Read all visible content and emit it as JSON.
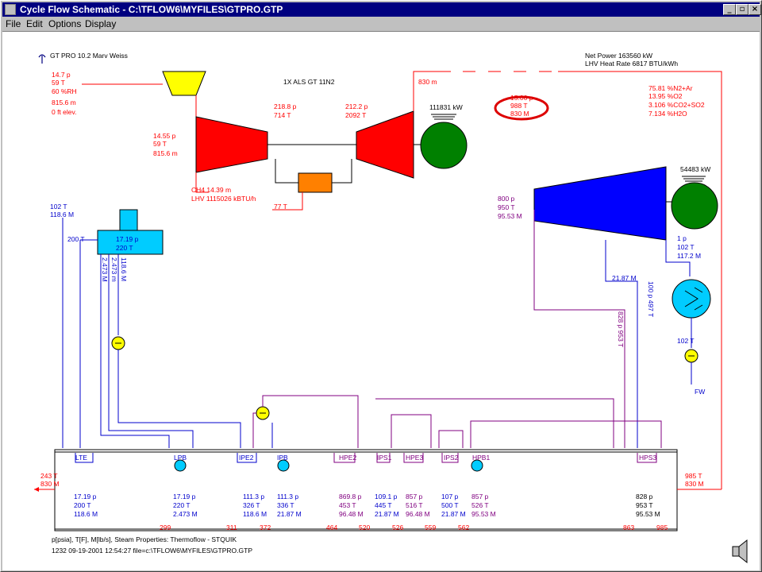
{
  "window": {
    "title": "Cycle Flow Schematic - C:\\TFLOW6\\MYFILES\\GTPRO.GTP",
    "buttons": [
      "_",
      "▫",
      "×"
    ]
  },
  "menu": [
    "File",
    "Edit",
    "Options",
    "Display"
  ],
  "header": {
    "app_label": "GT PRO 10.2 Marv Weiss",
    "gt_label": "1X ALS GT 11N2",
    "net_power": "Net Power 163560 kW",
    "heat_rate": "LHV Heat Rate 6817  BTU/kWh"
  },
  "ambient": [
    "14.7 p",
    "59 T",
    "60 %RH",
    "815.6 m",
    "0 ft elev."
  ],
  "compressor_in": [
    "14.55 p",
    "59 T",
    "815.6 m"
  ],
  "compressor_out": [
    "218.8 p",
    "714 T"
  ],
  "turbine_in": [
    "212.2 p",
    "2092 T"
  ],
  "fuel": [
    "CH4 14.39 m",
    "LHV 1115026 kBTU/h"
  ],
  "fuel_temp": "77 T",
  "exhaust_flow": "830 m",
  "exhaust_box": [
    "15.06 p",
    "988 T",
    "830 M"
  ],
  "gas_comp": [
    "75.81 %N2+Ar",
    "13.95 %O2",
    "3.106 %CO2+SO2",
    "7.134 %H2O"
  ],
  "gt_gen": "111831 kW",
  "st_gen": "54483 kW",
  "st_in": [
    "800 p",
    "950 T",
    "95.53 M"
  ],
  "st_out": [
    "1 p",
    "102 T",
    "117.2 M"
  ],
  "deaerator_in": [
    "102 T",
    "118.6 M"
  ],
  "deaerator_200": "200 T",
  "deaerator": [
    "17.19 p",
    "220 T"
  ],
  "vertical_labels": [
    "2.473 M",
    "2.473 m",
    "118.6 M"
  ],
  "st_vertical": [
    "828 p 953 T",
    "100 p 497 T"
  ],
  "st_flow": "21.87 M",
  "condensate": "102 T",
  "fw": "FW",
  "hrsg_left": [
    "243 T",
    "830 M"
  ],
  "hrsg_right": [
    "985 T",
    "830 M"
  ],
  "sections": [
    "LTE",
    "LPB",
    "IPE2",
    "IPB",
    "HPE2",
    "IPS1",
    "HPE3",
    "IPS2",
    "HPB1",
    "HPS3"
  ],
  "bottom": [
    [
      "17.19 p",
      "200 T",
      "118.6 M"
    ],
    [
      "17.19 p",
      "220 T",
      "2.473 M"
    ],
    [
      "111.3 p",
      "326 T",
      "118.6 M"
    ],
    [
      "111.3 p",
      "336 T",
      "21.87 M"
    ],
    [
      "869.8 p",
      "453 T",
      "96.48 M"
    ],
    [
      "109.1 p",
      "445 T",
      "21.87 M"
    ],
    [
      "857 p",
      "516 T",
      "96.48 M"
    ],
    [
      "107 p",
      "500 T",
      "21.87 M"
    ],
    [
      "857 p",
      "526 T",
      "95.53 M"
    ],
    [
      "828 p",
      "953 T",
      "95.53 M"
    ]
  ],
  "gas_temps": [
    "299",
    "311",
    "372",
    "464",
    "520",
    "526",
    "559",
    "562",
    "863",
    "985"
  ],
  "footer1": "p[psia], T[F], M[lb/s], Steam Properties: Thermoflow - STQUIK",
  "footer2": "1232 09-19-2001 12:54:27  file=c:\\TFLOW6\\MYFILES\\GTPRO.GTP",
  "colors": {
    "gas": "#ff0000",
    "water": "#0000cc",
    "steam": "#800080",
    "compressor": "#ff0000",
    "st": "#0000ff",
    "gen": "#008000"
  },
  "icons": [
    "speaker-icon",
    "app-logo-icon"
  ]
}
